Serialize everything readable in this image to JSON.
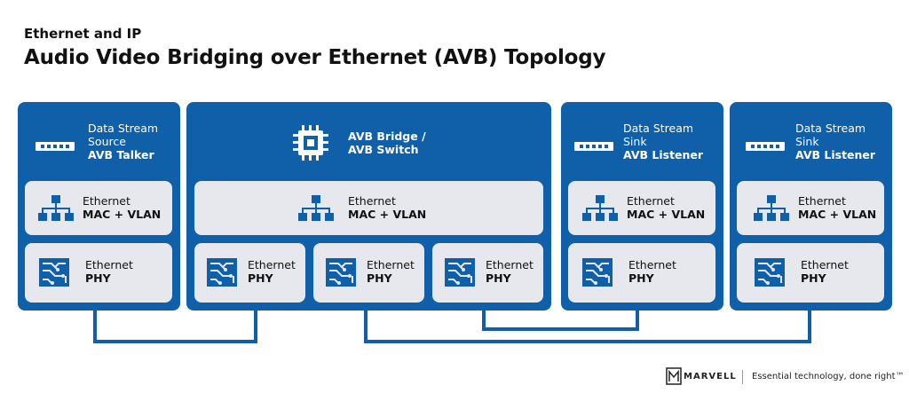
{
  "header": {
    "eyebrow": "Ethernet and IP",
    "title": "Audio Video Bridging over Ethernet (AVB) Topology"
  },
  "nodes": {
    "talker": {
      "line1": "Data Stream",
      "line2": "Source",
      "role": "AVB Talker"
    },
    "bridge": {
      "line1": "AVB Bridge /",
      "line2": "AVB Switch"
    },
    "sink1": {
      "line1": "Data Stream",
      "line2": "Sink",
      "role": "AVB Listener"
    },
    "sink2": {
      "line1": "Data Stream",
      "line2": "Sink",
      "role": "AVB Listener"
    }
  },
  "layers": {
    "mac": {
      "line1": "Ethernet",
      "line2": "MAC + VLAN"
    },
    "phy": {
      "line1": "Ethernet",
      "line2": "PHY"
    }
  },
  "footer": {
    "brand": "MARVELL",
    "tagline": "Essential technology, done right™"
  },
  "colors": {
    "primary": "#0f5fa9",
    "panel": "#e6e8ee"
  }
}
